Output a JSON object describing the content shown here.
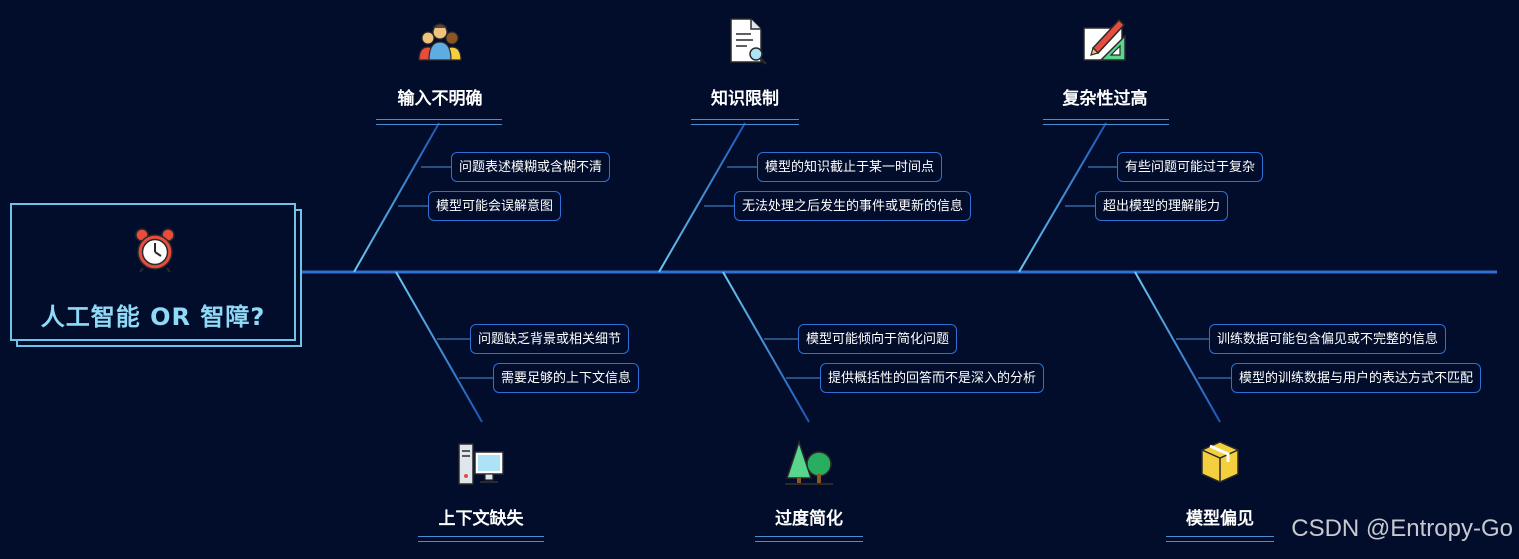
{
  "central_topic": "人工智能 OR 智障?",
  "categories": [
    {
      "label": "输入不明确",
      "icon": "people-icon",
      "items": [
        "问题表述模糊或含糊不清",
        "模型可能会误解意图"
      ]
    },
    {
      "label": "知识限制",
      "icon": "document-search-icon",
      "items": [
        "模型的知识截止于某一时间点",
        "无法处理之后发生的事件或更新的信息"
      ]
    },
    {
      "label": "复杂性过高",
      "icon": "drafting-tools-icon",
      "items": [
        "有些问题可能过于复杂",
        "超出模型的理解能力"
      ]
    },
    {
      "label": "上下文缺失",
      "icon": "computer-icon",
      "items": [
        "问题缺乏背景或相关细节",
        "需要足够的上下文信息"
      ]
    },
    {
      "label": "过度简化",
      "icon": "trees-icon",
      "items": [
        "模型可能倾向于简化问题",
        "提供概括性的回答而不是深入的分析"
      ]
    },
    {
      "label": "模型偏见",
      "icon": "package-icon",
      "items": [
        "训练数据可能包含偏见或不完整的信息",
        "模型的训练数据与用户的表达方式不匹配"
      ]
    }
  ],
  "colors": {
    "background": "#010d2b",
    "line": "#2f6fd6",
    "accent": "#6ec3e8"
  },
  "watermark": "CSDN @Entropy-Go"
}
